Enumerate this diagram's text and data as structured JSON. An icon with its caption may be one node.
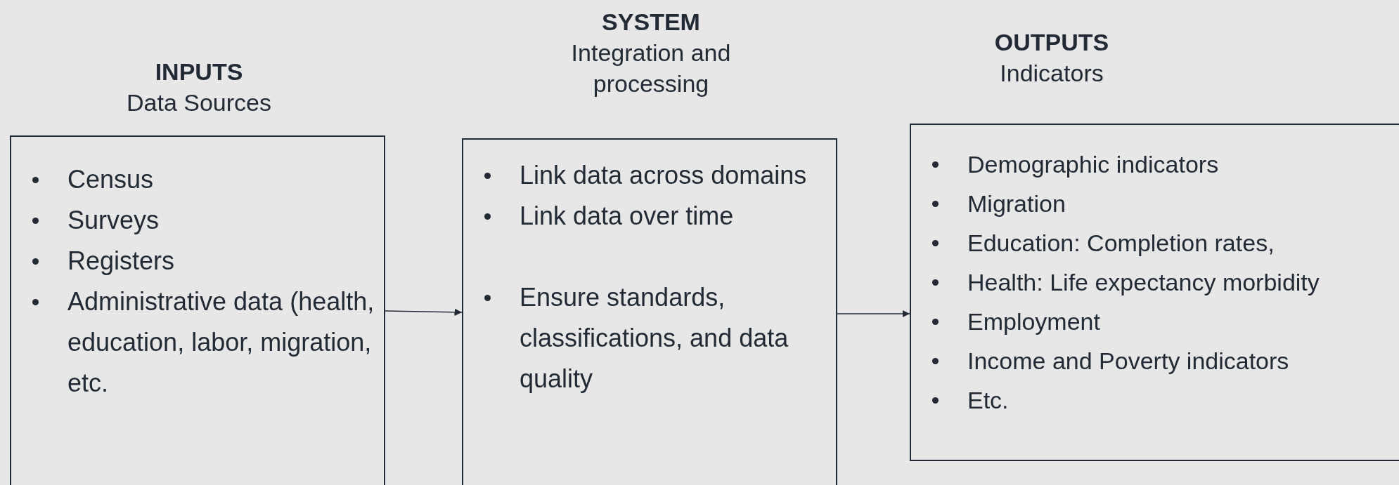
{
  "diagram": {
    "nodes": [
      {
        "text": [
          "INPUTS",
          "Data Sources",
          "Census",
          "Surveys",
          "Registers",
          "Administrative data (health, education, labor, migration, etc."
        ]
      },
      {
        "text": [
          "SYSTEM",
          "Integration and processing",
          "Link data across domains",
          "Link data over time",
          "Ensure standards, classifications, and data quality"
        ]
      },
      {
        "text": [
          "OUTPUTS",
          "Indicators",
          "Demographic indicators",
          "Migration",
          "Education: Completion rates,",
          "Health: Life expectancy morbidity",
          "Employment",
          "Income and Poverty indicators",
          "Etc."
        ]
      }
    ],
    "edges": [
      {
        "from": 0,
        "to": 1,
        "arrow": "to"
      },
      {
        "from": 1,
        "to": 2,
        "arrow": "to"
      }
    ]
  }
}
